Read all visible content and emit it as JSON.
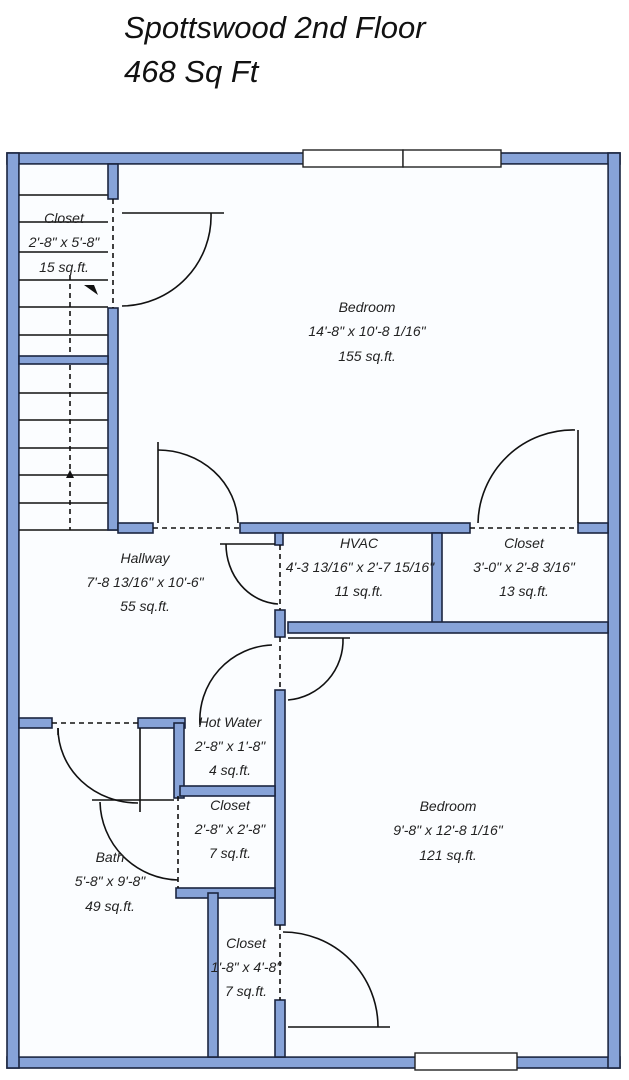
{
  "title": "Spottswood 2nd Floor",
  "subtitle": "468 Sq Ft",
  "rooms": [
    {
      "name": "Closet",
      "dims": "2'-8\" x 5'-8\"",
      "area": "15 sq.ft."
    },
    {
      "name": "Bedroom",
      "dims": "14'-8\" x 10'-8 1/16\"",
      "area": "155 sq.ft."
    },
    {
      "name": "Hallway",
      "dims": "7'-8 13/16\" x 10'-6\"",
      "area": "55 sq.ft."
    },
    {
      "name": "HVAC",
      "dims": "4'-3 13/16\" x 2'-7 15/16\"",
      "area": "11 sq.ft."
    },
    {
      "name": "Closet",
      "dims": "3'-0\" x 2'-8 3/16\"",
      "area": "13 sq.ft."
    },
    {
      "name": "Hot Water",
      "dims": "2'-8\" x 1'-8\"",
      "area": "4 sq.ft."
    },
    {
      "name": "Closet",
      "dims": "2'-8\" x 2'-8\"",
      "area": "7 sq.ft."
    },
    {
      "name": "Bedroom",
      "dims": "9'-8\" x 12'-8 1/16\"",
      "area": "121 sq.ft."
    },
    {
      "name": "Bath",
      "dims": "5'-8\" x 9'-8\"",
      "area": "49 sq.ft."
    },
    {
      "name": "Closet",
      "dims": "1'-8\" x 4'-8\"",
      "area": "7 sq.ft."
    }
  ],
  "colors": {
    "wall": "#87a3d8",
    "outline": "#1b2540"
  }
}
